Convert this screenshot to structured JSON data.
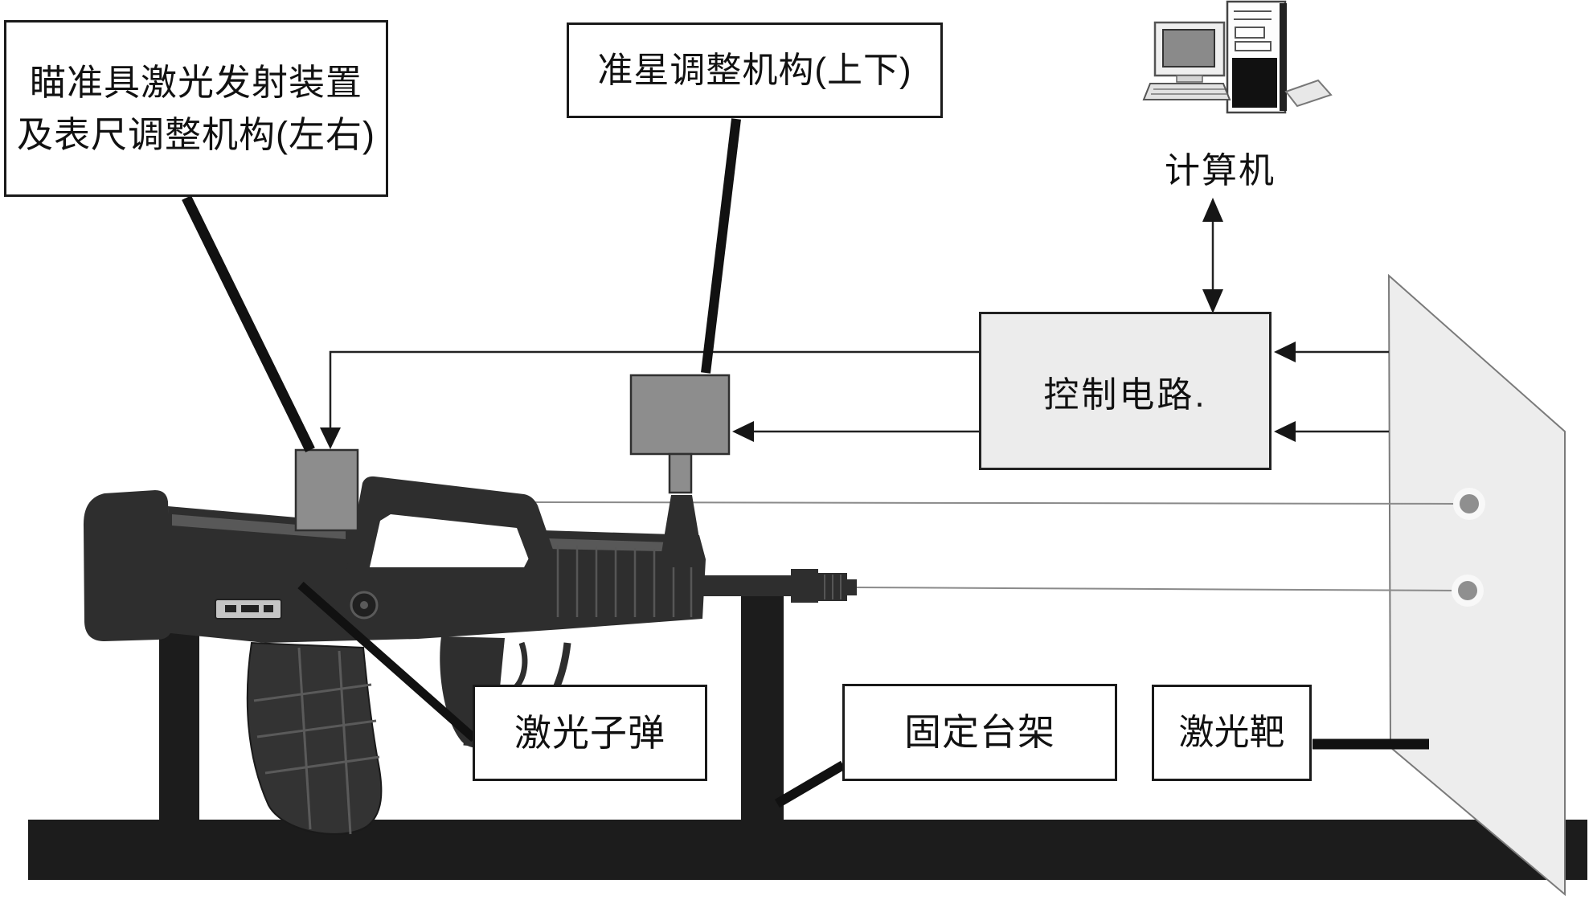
{
  "labels": {
    "sight_laser_device": {
      "line1": "瞄准具激光发射装置",
      "line2": "及表尺调整机构(左右)"
    },
    "front_sight_adjust": {
      "text": "准星调整机构(上下)"
    },
    "laser_bullet": {
      "text": "激光子弹"
    },
    "fixed_stand": {
      "text": "固定台架"
    },
    "laser_target": {
      "text": "激光靶"
    },
    "computer": {
      "caption": "计算机"
    },
    "control_circuit": {
      "text": "控制电路."
    }
  },
  "icons": {
    "computer": "desktop-pc-with-tower-icon",
    "target_hits": "laser-hit-dot",
    "link_arrows": "flow-arrowhead",
    "computer_link": "double-headed-vertical-arrow"
  },
  "colors": {
    "ink": "#1a1a1a",
    "box_gray": "#8d8d8d",
    "control_fill": "#ececec",
    "panel_fill": "#ededed",
    "panel_edge": "#7a7a7a",
    "base_black": "#1c1c1c",
    "rifle_dark": "#2e2e2e",
    "laser_line": "#8a8a8a",
    "hit_dot": "#8f8f8f"
  }
}
